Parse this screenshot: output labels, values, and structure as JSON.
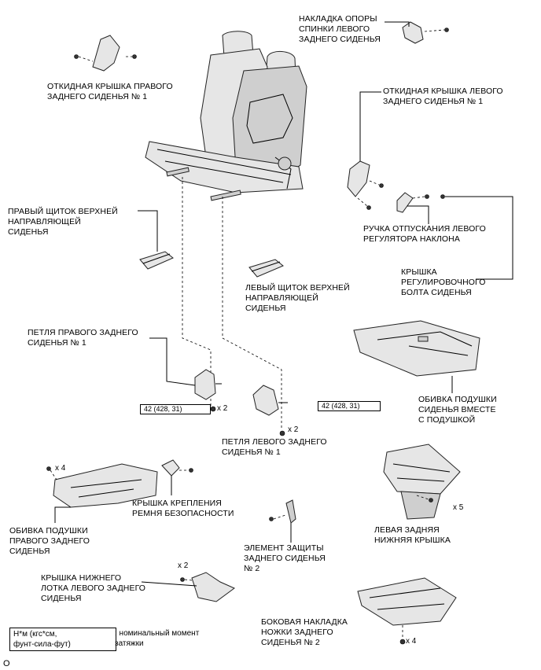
{
  "labels": {
    "l_backrest_cover": [
      "НАКЛАДКА ОПОРЫ",
      "СПИНКИ ЛЕВОГО",
      "ЗАДНЕГО СИДЕНЬЯ"
    ],
    "l_right_hinge_cover": [
      "ОТКИДНАЯ КРЫШКА ПРАВОГО",
      "ЗАДНЕГО СИДЕНЬЯ № 1"
    ],
    "l_left_hinge_cover": [
      "ОТКИДНАЯ КРЫШКА ЛЕВОГО",
      "ЗАДНЕГО СИДЕНЬЯ № 1"
    ],
    "l_right_rail_shield": [
      "ПРАВЫЙ ЩИТОК ВЕРХНЕЙ",
      "НАПРАВЛЯЮЩЕЙ",
      "СИДЕНЬЯ"
    ],
    "l_recliner_handle": [
      "РУЧКА ОТПУСКАНИЯ ЛЕВОГО",
      "РЕГУЛЯТОРА НАКЛОНА"
    ],
    "l_adjust_bolt_cover": [
      "КРЫШКА",
      "РЕГУЛИРОВОЧНОГО",
      "БОЛТА СИДЕНЬЯ"
    ],
    "l_left_rail_shield": [
      "ЛЕВЫЙ ЩИТОК ВЕРХНЕЙ",
      "НАПРАВЛЯЮЩЕЙ",
      "СИДЕНЬЯ"
    ],
    "l_right_hinge": [
      "ПЕТЛЯ ПРАВОГО ЗАДНЕГО",
      "СИДЕНЬЯ № 1"
    ],
    "l_cushion_cover": [
      "ОБИВКА ПОДУШКИ",
      "СИДЕНЬЯ ВМЕСТЕ",
      "С ПОДУШКОЙ"
    ],
    "l_left_hinge": [
      "ПЕТЛЯ ЛЕВОГО ЗАДНЕГО",
      "СИДЕНЬЯ № 1"
    ],
    "l_belt_cover": [
      "КРЫШКА КРЕПЛЕНИЯ",
      "РЕМНЯ БЕЗОПАСНОСТИ"
    ],
    "l_left_lower_cover": [
      "ЛЕВАЯ ЗАДНЯЯ",
      "НИЖНЯЯ КРЫШКА"
    ],
    "l_right_cushion_cover": [
      "ОБИВКА ПОДУШКИ",
      "ПРАВОГО ЗАДНЕГО",
      "СИДЕНЬЯ"
    ],
    "l_protector": [
      "ЭЛЕМЕНТ ЗАЩИТЫ",
      "ЗАДНЕГО СИДЕНЬЯ",
      "№ 2"
    ],
    "l_tray_cover": [
      "КРЫШКА НИЖНЕГО",
      "ЛОТКА ЛЕВОГО ЗАДНЕГО",
      "СИДЕНЬЯ"
    ],
    "l_leg_cover": [
      "БОКОВАЯ НАКЛАДКА",
      "НОЖКИ ЗАДНЕГО",
      "СИДЕНЬЯ № 2"
    ]
  },
  "torque": {
    "right_hinge": "42 (428, 31)",
    "left_hinge": "42 (428, 31)"
  },
  "quantities": {
    "right_hinge": "x 2",
    "left_hinge": "x 2",
    "right_cushion": "x 4",
    "lower_cover": "x 5",
    "tray_cover": "x 2",
    "leg_cover": "x 4"
  },
  "legend": {
    "unit_lines": [
      "Н*м (кгс*см,",
      "фунт-сила-фут)"
    ],
    "desc_lines": [
      ": номинальный момент",
      "затяжки"
    ]
  },
  "code": "O"
}
